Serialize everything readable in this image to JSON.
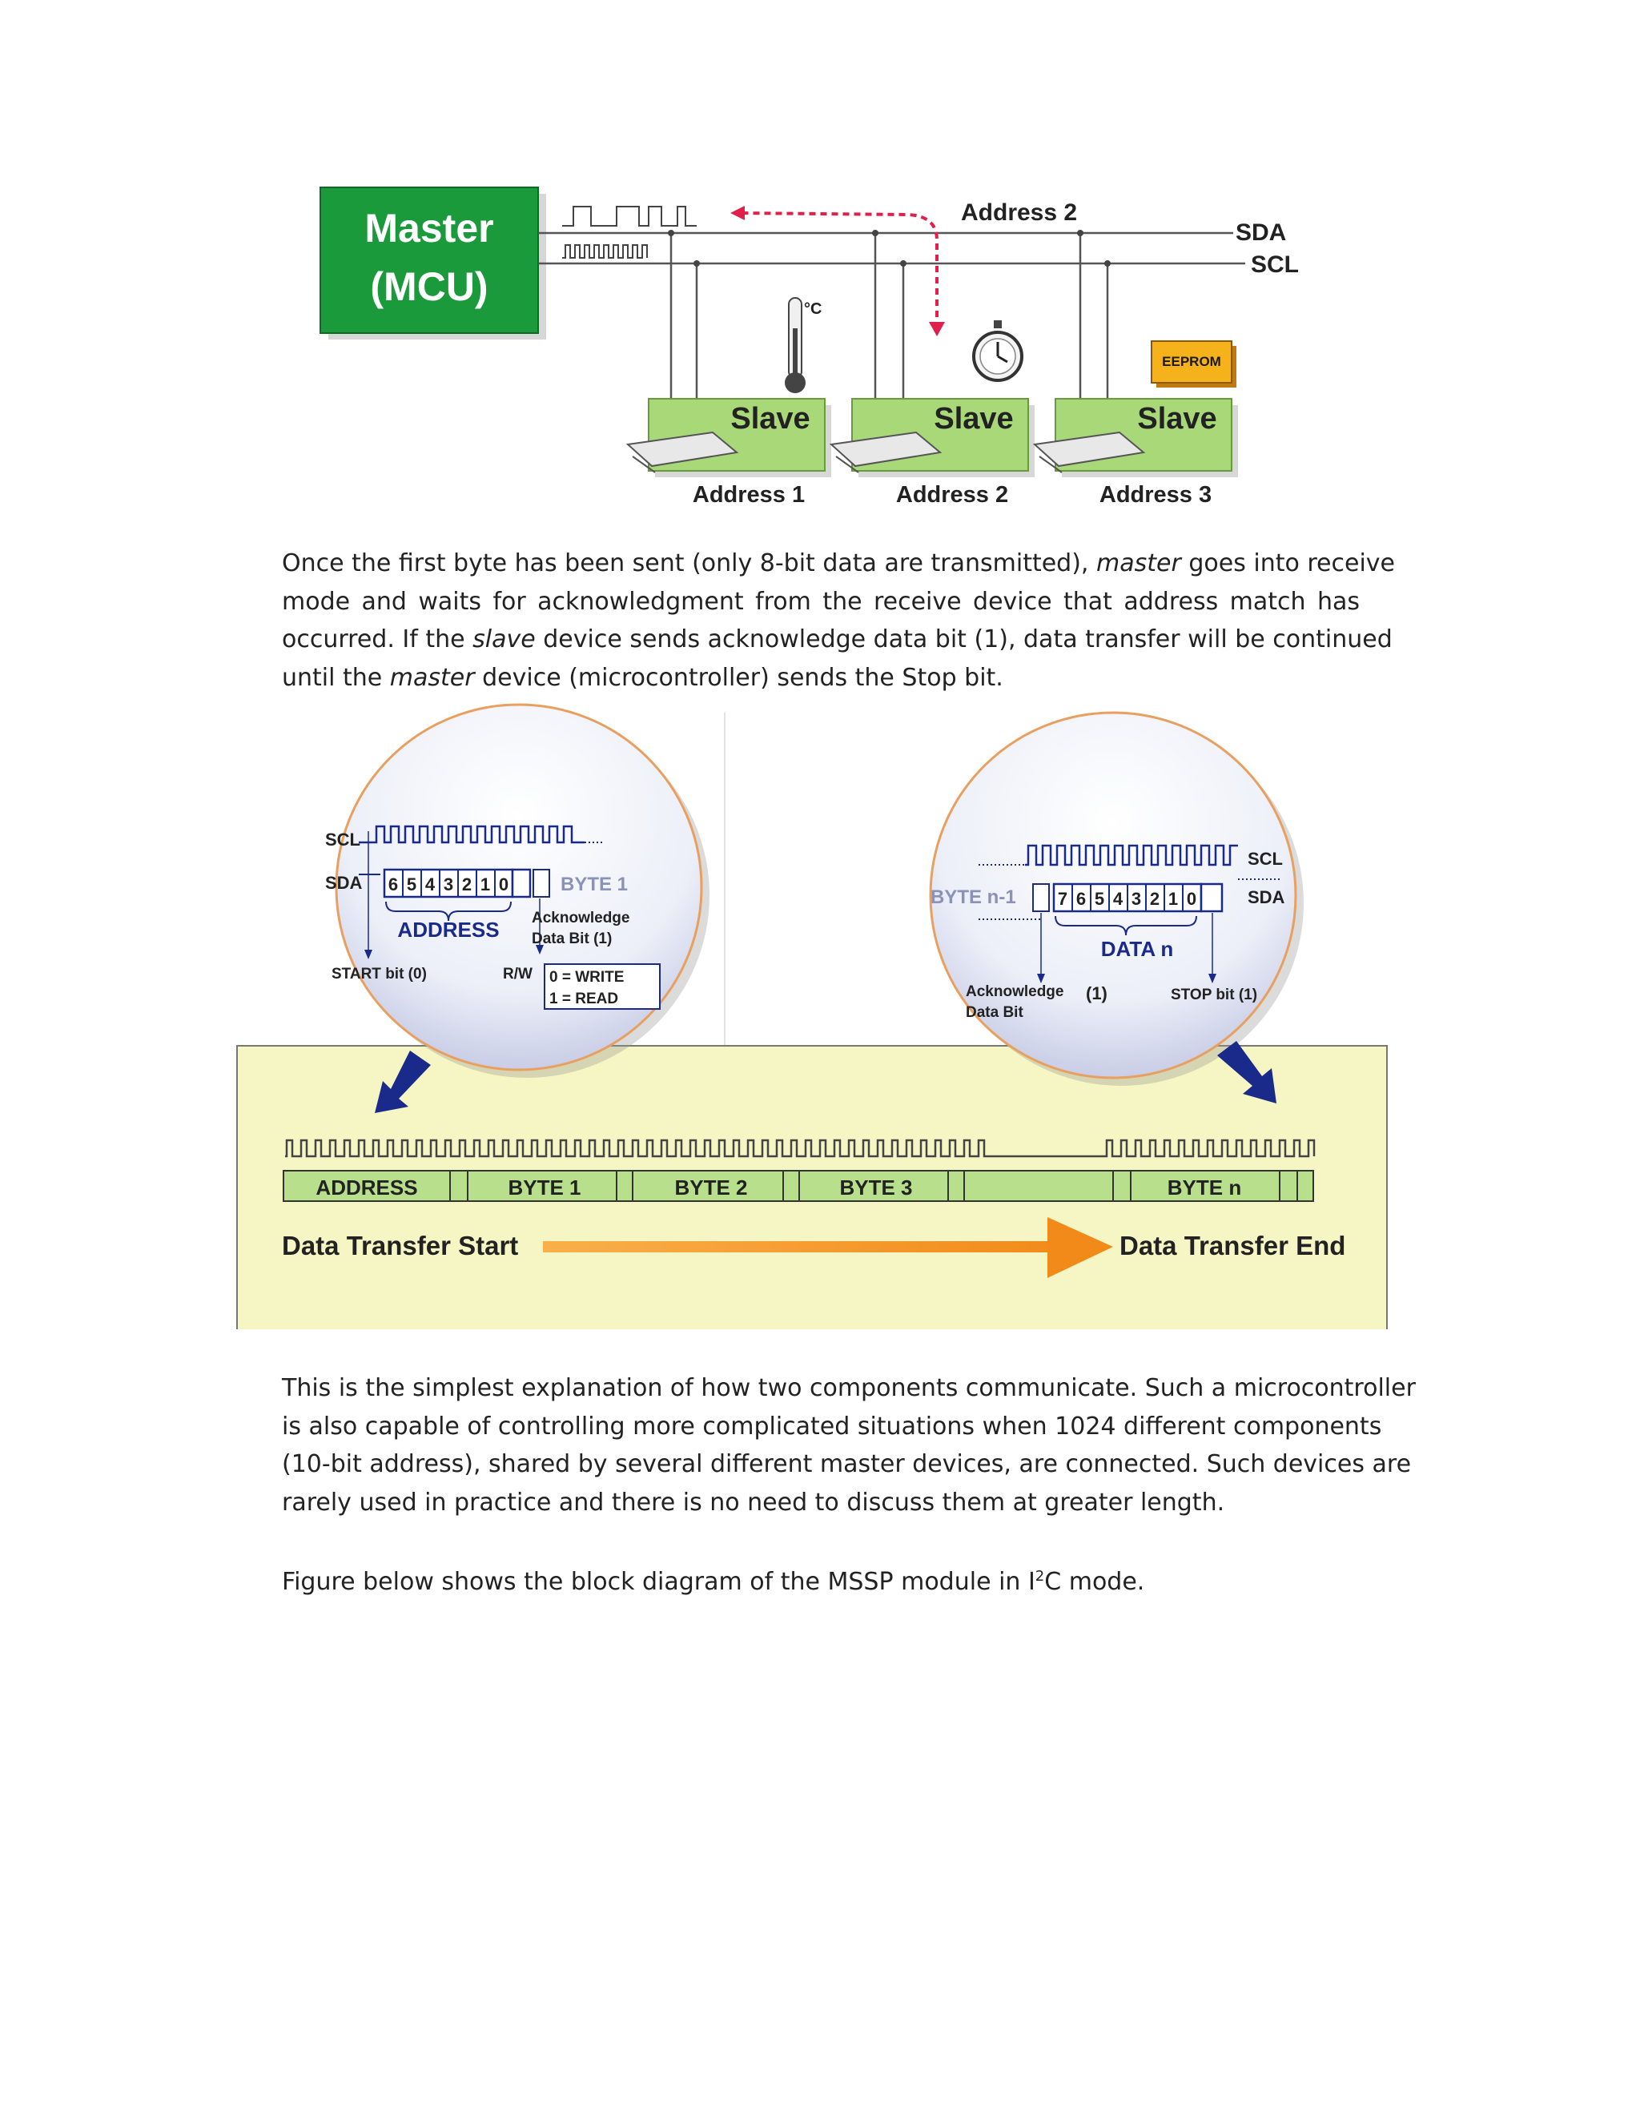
{
  "figure1": {
    "master_line1": "Master",
    "master_line2": "(MCU)",
    "sda_label": "SDA",
    "scl_label": "SCL",
    "top_address_label": "Address 2",
    "temp_unit": "°C",
    "eeprom_label": "EEPROM",
    "slaves": [
      {
        "label": "Slave",
        "address": "Address 1"
      },
      {
        "label": "Slave",
        "address": "Address 2"
      },
      {
        "label": "Slave",
        "address": "Address 3"
      }
    ]
  },
  "paragraph1": {
    "l1_a": "Once the first byte has been sent (only 8-bit data are transmitted),",
    "l1_em": "master",
    "l1_b": "goes into receive",
    "l2": "mode and waits for acknowledgment from the receive device that address match has",
    "l3_a": "occurred. If the",
    "l3_em": "slave",
    "l3_b": "device sends acknowledge data bit (1), data transfer will be continued",
    "l4_a": "until the",
    "l4_em": "master",
    "l4_b": "device (microcontroller) sends the Stop bit."
  },
  "figure2": {
    "left_zoom": {
      "scl": "SCL",
      "sda": "SDA",
      "bits": [
        "6",
        "5",
        "4",
        "3",
        "2",
        "1",
        "0"
      ],
      "byte_label": "BYTE 1",
      "address_label": "ADDRESS",
      "ack_line1": "Acknowledge",
      "ack_line2": "Data Bit (1)",
      "start_bit": "START bit (0)",
      "rw": "R/W",
      "write": "0 = WRITE",
      "read": "1 = READ"
    },
    "right_zoom": {
      "scl": "SCL",
      "sda": "SDA",
      "byte_label": "BYTE n-1",
      "bits": [
        "7",
        "6",
        "5",
        "4",
        "3",
        "2",
        "1",
        "0"
      ],
      "data_label": "DATA n",
      "ack_line1": "Acknowledge",
      "ack_one": "(1)",
      "ack_line2": "Data Bit",
      "stop_bit": "STOP bit (1)"
    },
    "segments": [
      "ADDRESS",
      "BYTE 1",
      "BYTE 2",
      "BYTE 3",
      "",
      "BYTE n"
    ],
    "start_label": "Data Transfer Start",
    "end_label": "Data Transfer End"
  },
  "paragraph2": {
    "l1": "This is the simplest explanation of how two components communicate. Such a microcontroller",
    "l2": "is also capable of controlling more complicated situations when 1024 different components",
    "l3": "(10-bit address), shared by several different master devices, are connected. Such devices are",
    "l4": "rarely used in practice and there is no need to discuss them at greater length."
  },
  "paragraph3": {
    "a": "Figure below shows the block diagram of the MSSP module in I",
    "sup": "2",
    "b": "C mode."
  },
  "colors": {
    "master_green": "#1a9a3a",
    "slave_green": "#a8d878",
    "arrow_red": "#e0204a",
    "panel_yellow": "#f6f6c4",
    "bar_green": "#b8e08c",
    "arrow_orange": "#f5962a",
    "zoom_blue": "#1a2a8a"
  }
}
